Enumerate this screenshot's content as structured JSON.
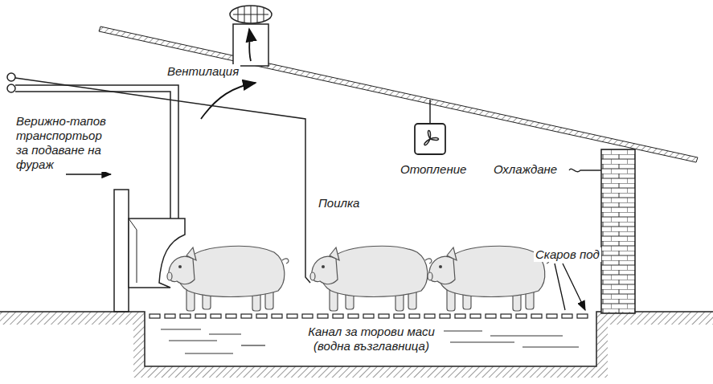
{
  "diagram": {
    "labels": [
      "Вентилация",
      "Верижно-тапов транспортьор за подаване на фураж",
      "Отопление",
      "Охлаждане",
      "Поилка",
      "Скаров под",
      "Канал за торови маси (водна възглавница)"
    ]
  }
}
